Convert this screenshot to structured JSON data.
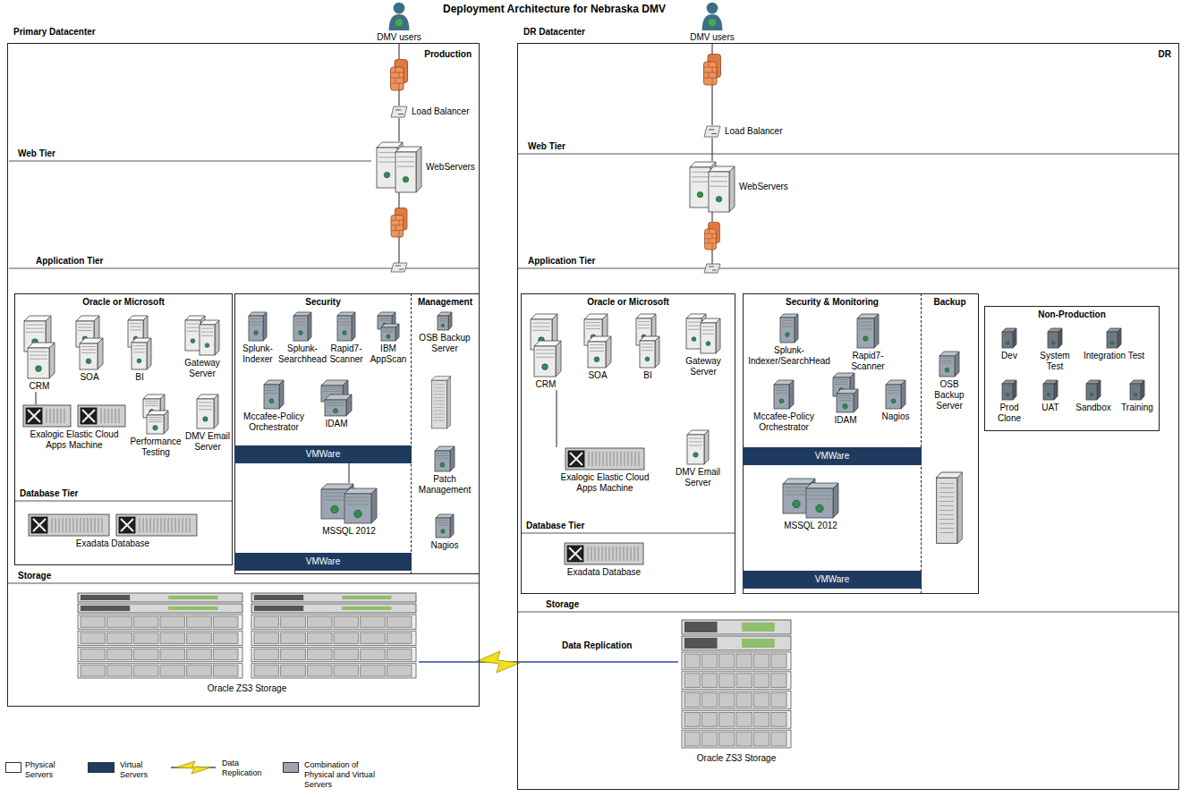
{
  "diagram": {
    "title": "Deployment Architecture for Nebraska DMV",
    "nodes": [
      {
        "text": [
          "Primary Datacenter",
          "Production"
        ]
      },
      {
        "text": [
          "DMV users"
        ]
      },
      {
        "text": [
          "Load Balancer"
        ],
        "in": 0
      },
      {
        "text": [
          "WebServers"
        ],
        "in": 0
      },
      {
        "text": [
          "Oracle or Microsoft"
        ],
        "in": 0
      },
      {
        "text": [
          "CRM"
        ],
        "in": 4
      },
      {
        "text": [
          "SOA"
        ],
        "in": 4
      },
      {
        "text": [
          "BI"
        ],
        "in": 4
      },
      {
        "text": [
          "Gateway Server"
        ],
        "in": 4
      },
      {
        "text": [
          "Exalogic Elastic Cloud Apps Machine"
        ],
        "in": 4
      },
      {
        "text": [
          "Performance Testing"
        ],
        "in": 4
      },
      {
        "text": [
          "DMV Email Server"
        ],
        "in": 4
      },
      {
        "text": [
          "Exadata Database"
        ],
        "in": 4
      },
      {
        "text": [
          "Security"
        ],
        "in": 0
      },
      {
        "text": [
          "Splunk-Indexer"
        ],
        "in": 13
      },
      {
        "text": [
          "Splunk-Searchhead"
        ],
        "in": 13
      },
      {
        "text": [
          "Rapid7-Scanner"
        ],
        "in": 13
      },
      {
        "text": [
          "IBM AppScan"
        ],
        "in": 13
      },
      {
        "text": [
          "Mccafee-Policy Orchestrator"
        ],
        "in": 13
      },
      {
        "text": [
          "IDAM"
        ],
        "in": 13
      },
      {
        "text": [
          "VMWare"
        ],
        "in": 13
      },
      {
        "text": [
          "MSSQL 2012"
        ],
        "in": 13
      },
      {
        "text": [
          "VMWare"
        ],
        "in": 13
      },
      {
        "text": [
          "Management"
        ],
        "in": 0
      },
      {
        "text": [
          "OSB Backup Server"
        ],
        "in": 23
      },
      {
        "text": [
          "Patch Management"
        ],
        "in": 23
      },
      {
        "text": [
          "Nagios"
        ],
        "in": 23
      },
      {
        "text": [
          "Oracle ZS3 Storage"
        ],
        "in": 0
      },
      {
        "text": [
          "DR Datacenter",
          "DR"
        ]
      },
      {
        "text": [
          "DMV users"
        ]
      },
      {
        "text": [
          "Load Balancer"
        ],
        "in": 28
      },
      {
        "text": [
          "WebServers"
        ],
        "in": 28
      },
      {
        "text": [
          "Oracle or Microsoft"
        ],
        "in": 28
      },
      {
        "text": [
          "CRM"
        ],
        "in": 32
      },
      {
        "text": [
          "SOA"
        ],
        "in": 32
      },
      {
        "text": [
          "BI"
        ],
        "in": 32
      },
      {
        "text": [
          "Gateway Server"
        ],
        "in": 32
      },
      {
        "text": [
          "Exalogic Elastic Cloud Apps Machine"
        ],
        "in": 32
      },
      {
        "text": [
          "DMV Email Server"
        ],
        "in": 32
      },
      {
        "text": [
          "Exadata Database"
        ],
        "in": 32
      },
      {
        "text": [
          "Security & Monitoring"
        ],
        "in": 28
      },
      {
        "text": [
          "Splunk-Indexer/SearchHead"
        ],
        "in": 40
      },
      {
        "text": [
          "Rapid7-Scanner"
        ],
        "in": 40
      },
      {
        "text": [
          "Mccafee-Policy Orchestrator"
        ],
        "in": 40
      },
      {
        "text": [
          "IDAM"
        ],
        "in": 40
      },
      {
        "text": [
          "Nagios"
        ],
        "in": 40
      },
      {
        "text": [
          "VMWare"
        ],
        "in": 40
      },
      {
        "text": [
          "MSSQL 2012"
        ],
        "in": 40
      },
      {
        "text": [
          "VMWare"
        ],
        "in": 40
      },
      {
        "text": [
          "Backup"
        ],
        "in": 28
      },
      {
        "text": [
          "OSB Backup Server"
        ],
        "in": 49
      },
      {
        "text": [
          "Non-Production"
        ],
        "in": 28
      },
      {
        "text": [
          "Dev"
        ],
        "in": 51
      },
      {
        "text": [
          "System Test"
        ],
        "in": 51
      },
      {
        "text": [
          "Integration Test"
        ],
        "in": 51
      },
      {
        "text": [
          "Prod Clone"
        ],
        "in": 51
      },
      {
        "text": [
          "UAT"
        ],
        "in": 51
      },
      {
        "text": [
          "Sandbox"
        ],
        "in": 51
      },
      {
        "text": [
          "Training"
        ],
        "in": 51
      },
      {
        "text": [
          "Oracle ZS3 Storage"
        ],
        "in": 28
      }
    ],
    "edges": [
      {
        "from": 1,
        "to": 2,
        "arrow": "none"
      },
      {
        "from": 2,
        "to": 3,
        "arrow": "none"
      },
      {
        "from": 5,
        "to": 9,
        "arrow": "none"
      },
      {
        "from": 20,
        "to": 21,
        "arrow": "none"
      },
      {
        "from": 27,
        "to": 59,
        "label": "Data Replication",
        "arrow": "none"
      },
      {
        "from": 29,
        "to": 30,
        "arrow": "none"
      },
      {
        "from": 30,
        "to": 31,
        "arrow": "none"
      },
      {
        "from": 33,
        "to": 37,
        "arrow": "none"
      }
    ],
    "labels": [
      "Web Tier",
      "Application Tier",
      "Database Tier",
      "Storage",
      "Web Tier",
      "Application Tier",
      "Database Tier",
      "Storage"
    ],
    "legend": [
      {
        "text": "Physical Servers",
        "color": "#ffffff"
      },
      {
        "text": "Virtual Servers",
        "color": "#1f3a5f"
      },
      {
        "text": "Data Replication"
      },
      {
        "text": "Combination of Physical and Virtual Servers",
        "color": "#9ba6b2"
      }
    ]
  }
}
